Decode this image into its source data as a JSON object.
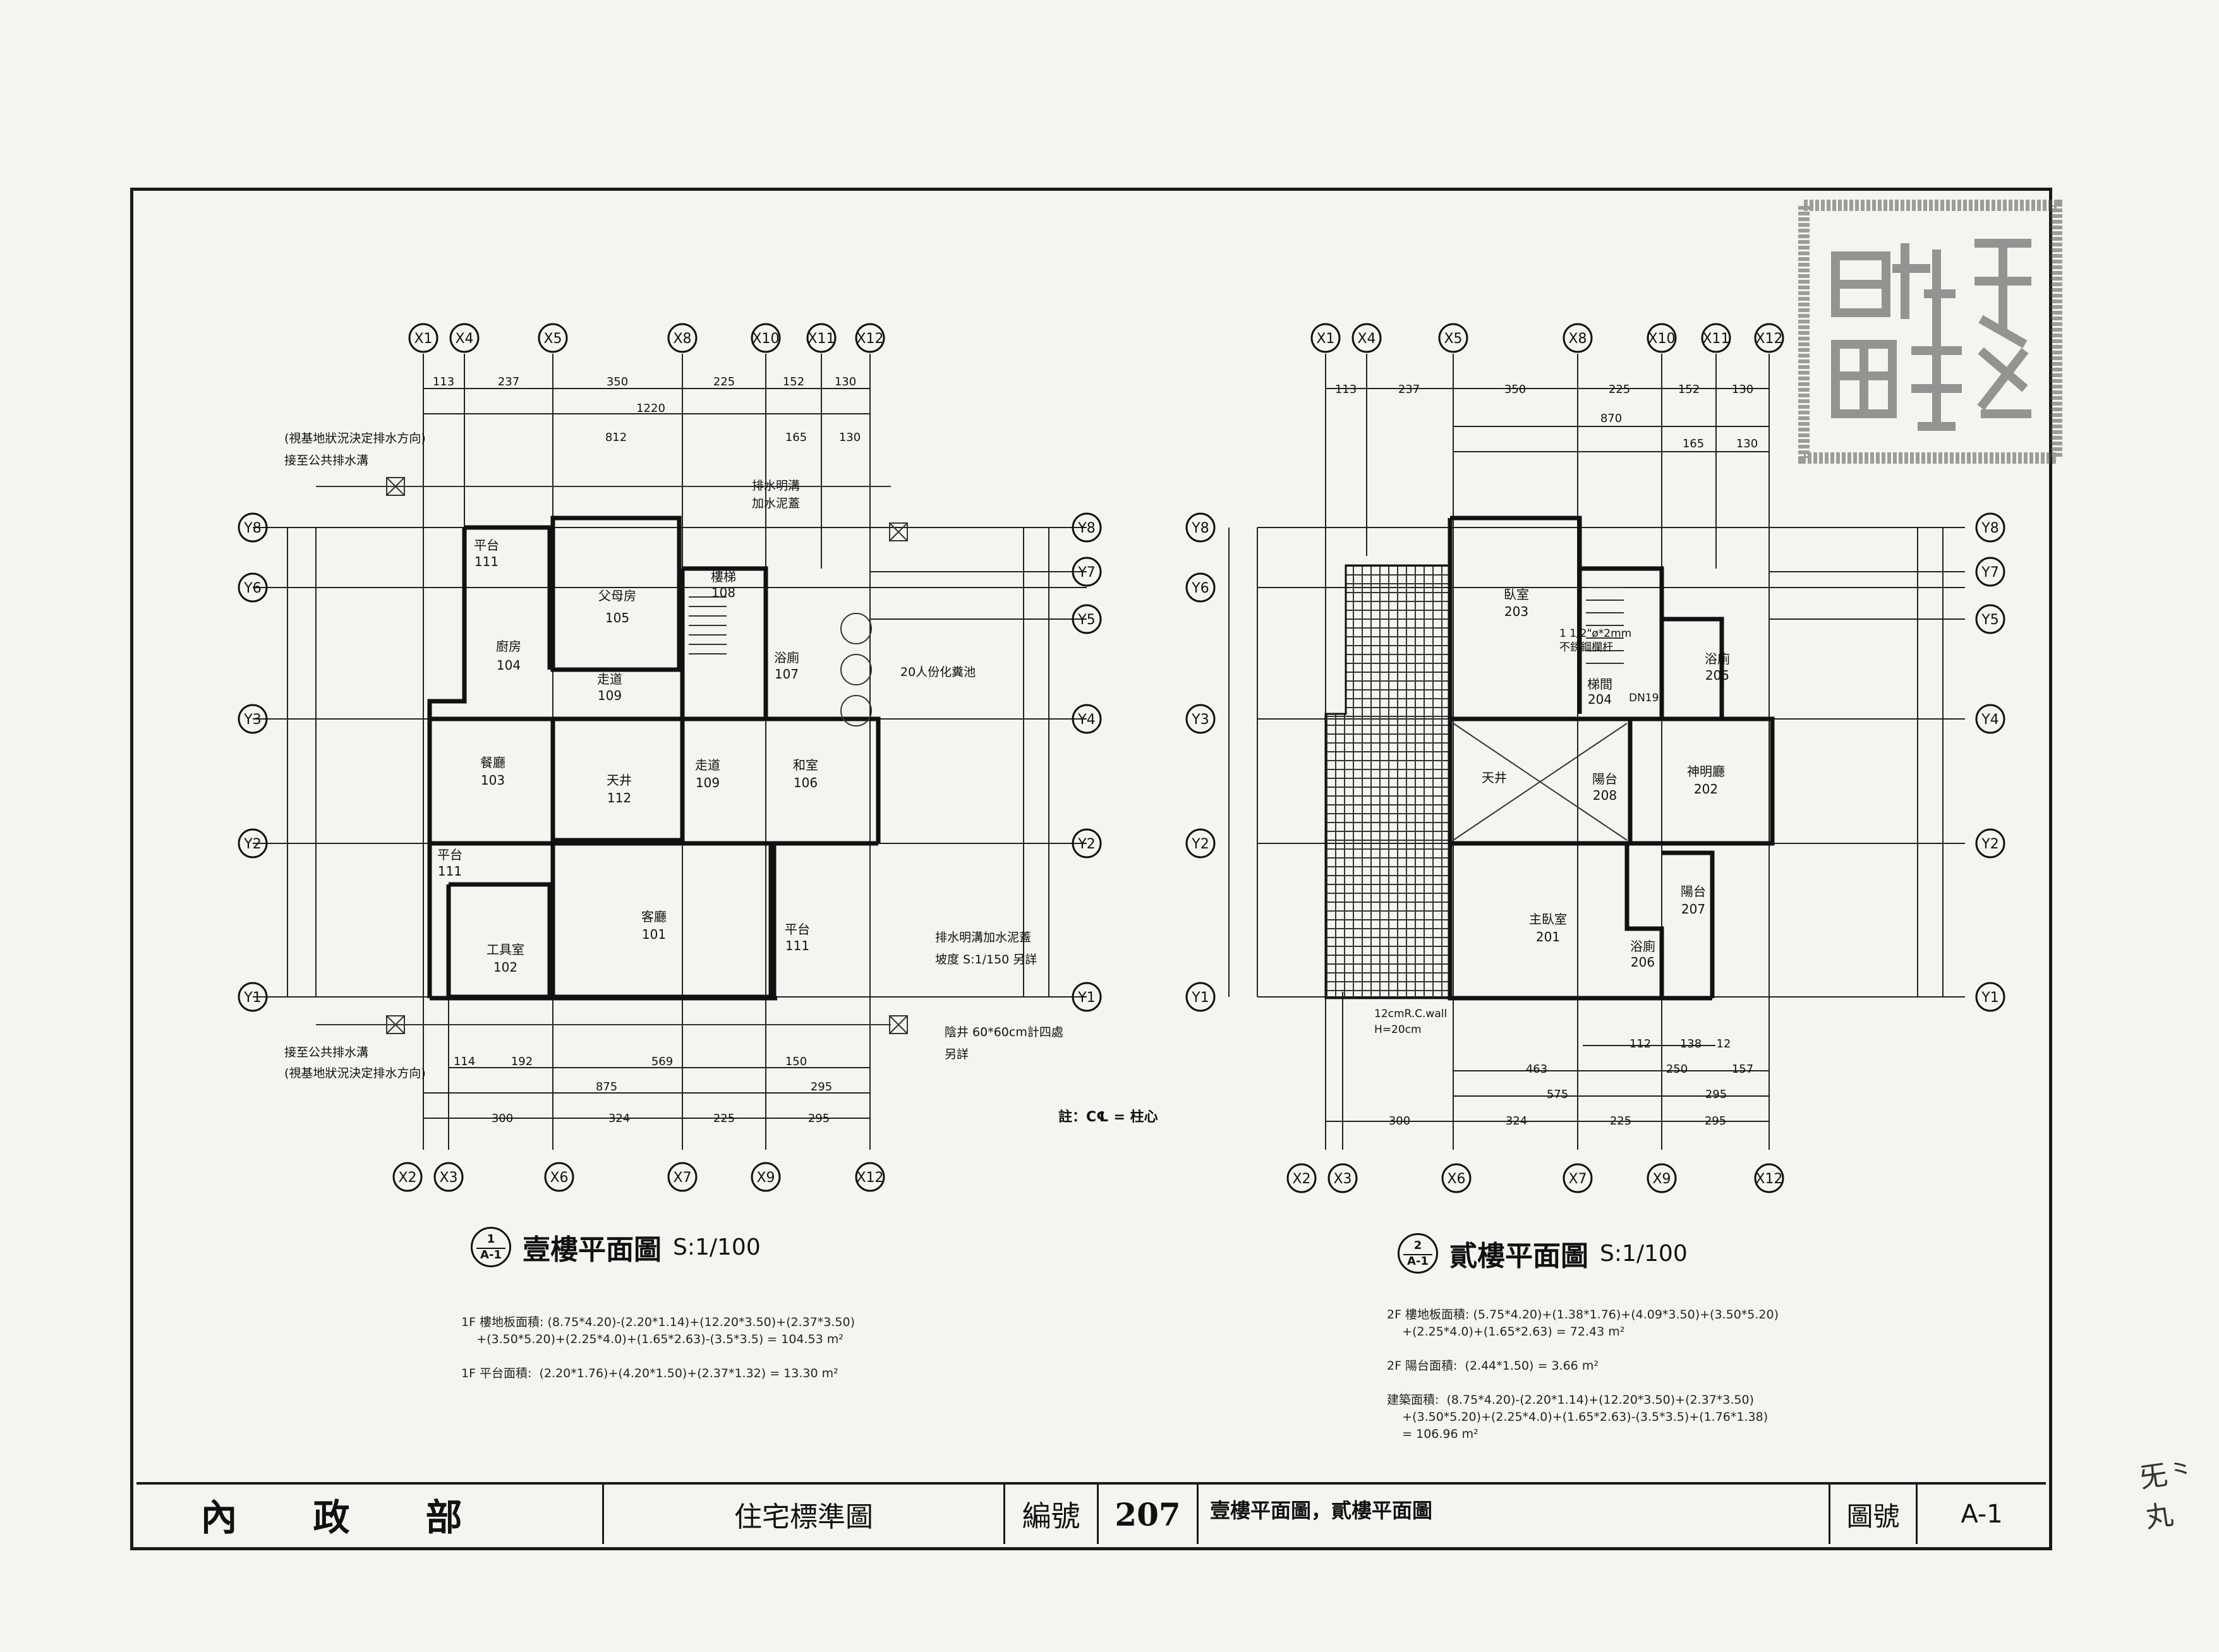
{
  "grid_top": [
    "X1",
    "X4",
    "X5",
    "X8",
    "X10",
    "X11",
    "X12"
  ],
  "grid_bottom": [
    "X2",
    "X3",
    "X6",
    "X7",
    "X9",
    "X12"
  ],
  "grid_rows": [
    "Y8",
    "Y6",
    "Y3",
    "Y2",
    "Y1"
  ],
  "grid_rows_right": [
    "Y8",
    "Y7",
    "Y5",
    "Y4",
    "Y2",
    "Y1"
  ],
  "floor1": {
    "title": "壹樓平面圖",
    "scale": "S:1/100",
    "badge_top": "1",
    "badge_bottom": "A-1",
    "dims_top": [
      "113",
      "237",
      "350",
      "225",
      "152",
      "130"
    ],
    "dims_top2": [
      "1220",
      "812",
      "165",
      "130"
    ],
    "dims_bottom": [
      "114",
      "192",
      "569",
      "150"
    ],
    "dims_bottom2": [
      "875",
      "295"
    ],
    "dims_bottom3": [
      "300",
      "324",
      "225",
      "295"
    ],
    "rooms": [
      {
        "name": "平台",
        "code": "111"
      },
      {
        "name": "父母房",
        "code": "105"
      },
      {
        "name": "廚房",
        "code": "104"
      },
      {
        "name": "走道",
        "code": "109"
      },
      {
        "name": "餐廳",
        "code": "103"
      },
      {
        "name": "天井",
        "code": "112"
      },
      {
        "name": "走道",
        "code": "109"
      },
      {
        "name": "和室",
        "code": "106"
      },
      {
        "name": "浴廁",
        "code": "107"
      },
      {
        "name": "樓梯",
        "code": "108"
      },
      {
        "name": "平台",
        "code": "111"
      },
      {
        "name": "工具室",
        "code": "102"
      },
      {
        "name": "客廳",
        "code": "101"
      },
      {
        "name": "平台",
        "code": "111"
      }
    ],
    "annotations": {
      "drain_top_note": "(視基地狀況決定排水方向)",
      "drain_top": "接至公共排水溝",
      "ditch": "排水明溝",
      "ditch2": "加水泥蓋",
      "septic": "20人份化糞池",
      "ditch_bottom": "排水明溝加水泥蓋",
      "slope": "坡度 S:1/150 另詳",
      "catch_basin": "陰井 60*60cm計四處",
      "see_other": "另詳",
      "drain_bottom": "接至公共排水溝",
      "drain_bottom_note": "(視基地狀況決定排水方向)"
    },
    "area_text": "1F 樓地板面積: (8.75*4.20)-(2.20*1.14)+(12.20*3.50)+(2.37*3.50)\n    +(3.50*5.20)+(2.25*4.0)+(1.65*2.63)-(3.5*3.5) = 104.53 m²\n\n1F 平台面積:  (2.20*1.76)+(4.20*1.50)+(2.37*1.32) = 13.30 m²"
  },
  "floor2": {
    "title": "貳樓平面圖",
    "scale": "S:1/100",
    "badge_top": "2",
    "badge_bottom": "A-1",
    "dims_top": [
      "113",
      "237",
      "350",
      "225",
      "152",
      "130"
    ],
    "dims_top2": [
      "870",
      "165",
      "130"
    ],
    "dims_bottom": [
      "112",
      "138",
      "12"
    ],
    "dims_bottom2": [
      "463",
      "250",
      "157"
    ],
    "dims_bottom3": [
      "575",
      "295"
    ],
    "dims_bottom4": [
      "300",
      "324",
      "225",
      "295"
    ],
    "rooms": [
      {
        "name": "臥室",
        "code": "203"
      },
      {
        "name": "浴廁",
        "code": "205"
      },
      {
        "name": "梯間",
        "code": "204"
      },
      {
        "name": "天井",
        "code": ""
      },
      {
        "name": "陽台",
        "code": "208"
      },
      {
        "name": "神明廳",
        "code": "202"
      },
      {
        "name": "主臥室",
        "code": "201"
      },
      {
        "name": "陽台",
        "code": "207"
      },
      {
        "name": "浴廁",
        "code": "206"
      }
    ],
    "annotations": {
      "rail": "1 1/2\"ø*2mm",
      "rail2": "不銹鋼欄杆",
      "dn": "DN19",
      "wall": "12cmR.C.wall",
      "wall_h": "H=20cm"
    },
    "area_text": "2F 樓地板面積: (5.75*4.20)+(1.38*1.76)+(4.09*3.50)+(3.50*5.20)\n    +(2.25*4.0)+(1.65*2.63) = 72.43 m²\n\n2F 陽台面積:  (2.44*1.50) = 3.66 m²\n\n建築面積:  (8.75*4.20)-(2.20*1.14)+(12.20*3.50)+(2.37*3.50)\n    +(3.50*5.20)+(2.25*4.0)+(1.65*2.63)-(3.5*3.5)+(1.76*1.38)\n    = 106.96 m²"
  },
  "column_note": "註：C℄ = 柱心",
  "title_block": {
    "agency": "內政部",
    "project": "住宅標準圖",
    "number_label": "編號",
    "number": "207",
    "drawing_title": "壹樓平面圖，貳樓平面圖",
    "sheet_label": "圖號",
    "sheet_no": "A-1"
  },
  "stamp_icon": "official-seal-stamp",
  "signature_icon": "handwritten-signature"
}
